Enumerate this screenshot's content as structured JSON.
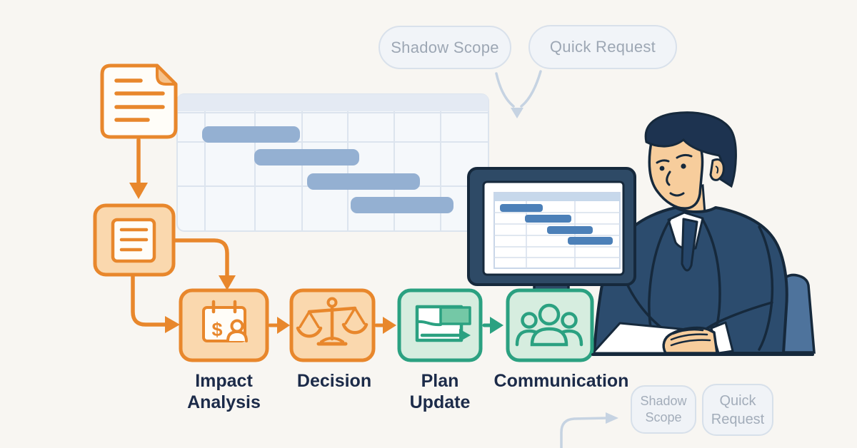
{
  "illustration": {
    "background_color": "#F8F6F2",
    "scene": "manager-at-desk-with-gantt-chart-and-change-request-flow"
  },
  "top_tags": {
    "items": [
      {
        "label": "Shadow Scope"
      },
      {
        "label": "Quick Request"
      }
    ]
  },
  "bottom_tags": {
    "items": [
      {
        "label": "Shadow Scope"
      },
      {
        "label": "Quick Request"
      }
    ]
  },
  "workflow": {
    "steps": [
      {
        "label": "Impact Analysis",
        "icon": "cost-calendar-person-icon",
        "theme": "orange"
      },
      {
        "label": "Decision",
        "icon": "balance-scale-icon",
        "theme": "orange"
      },
      {
        "label": "Plan Update",
        "icon": "gantt-bar-shift-icon",
        "theme": "green"
      },
      {
        "label": "Communication",
        "icon": "team-icon",
        "theme": "green"
      }
    ],
    "inputs": [
      {
        "icon": "document-icon"
      },
      {
        "icon": "change-request-card-icon"
      }
    ]
  },
  "icons": {
    "dollar_symbol": "$"
  },
  "colors": {
    "orange": "#E8872C",
    "orange_fill": "#FAD8AE",
    "green": "#2BA181",
    "green_fill": "#D6EDDF",
    "green_accent": "#74C8A6",
    "gantt_bar_blue": "#94B0D2",
    "screen_bar_blue": "#4C80B8",
    "navy_outline": "#16293C",
    "suit_navy": "#2C4C6E",
    "skin": "#F7CD9C",
    "chair_blue": "#4E739C",
    "tag_border": "#D9E1EB",
    "tag_text": "#9DA7B4",
    "label_text": "#1C2B49",
    "arrow_blue": "#C6D3E2"
  }
}
